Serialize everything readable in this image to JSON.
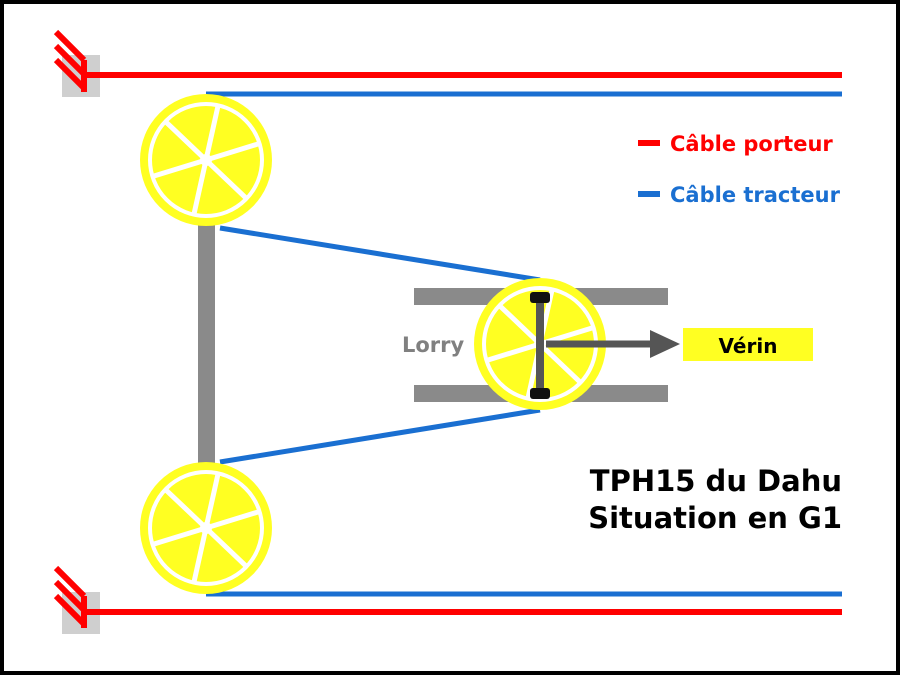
{
  "legend": {
    "porteur": "Câble porteur",
    "tracteur": "Câble tracteur"
  },
  "labels": {
    "lorry": "Lorry",
    "verin": "Vérin"
  },
  "title": {
    "line1": "TPH15 du Dahu",
    "line2": "Situation en G1"
  },
  "colors": {
    "cable_porteur": "#ff0000",
    "cable_tracteur": "#1a6fd1",
    "pulley": "#ffff22",
    "frame": "#8a8a8a",
    "anchor": "#cfcfcf",
    "arrow": "#555555",
    "text_dark": "#000000",
    "text_grey": "#808080"
  }
}
